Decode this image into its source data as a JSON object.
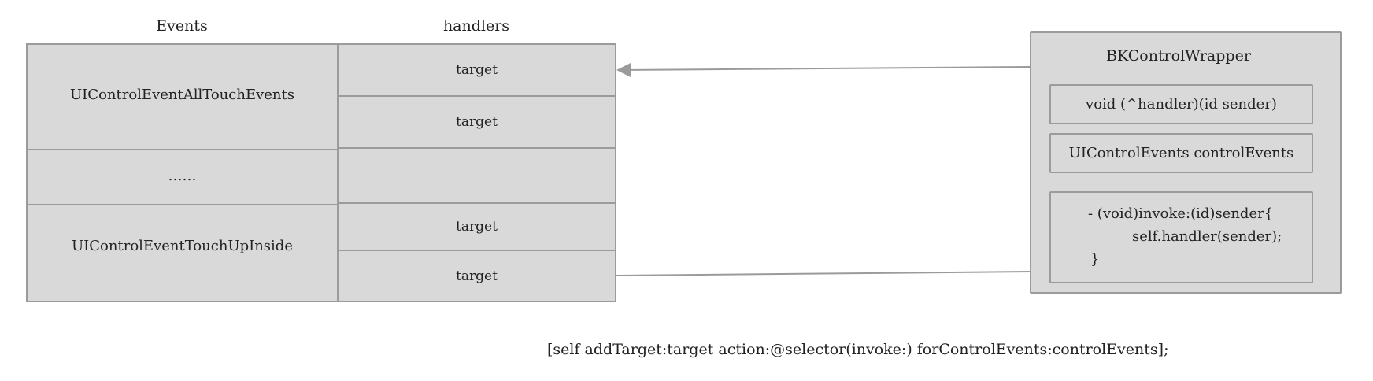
{
  "table": {
    "events_header": "Events",
    "handlers_header": "handlers",
    "events": [
      {
        "label": "UIControlEventAllTouchEvents"
      },
      {
        "label": "……"
      },
      {
        "label": "UIControlEventTouchUpInside"
      }
    ],
    "handlers": [
      {
        "label": "target"
      },
      {
        "label": "target"
      },
      {
        "label": ""
      },
      {
        "label": "target"
      },
      {
        "label": "target"
      }
    ]
  },
  "wrapper": {
    "title": "BKControlWrapper",
    "handler_field": "void (^handler)(id sender)",
    "events_field": "UIControlEvents controlEvents",
    "method_lines": [
      "- (void)invoke:(id)sender{",
      "self.handler(sender);",
      "}"
    ]
  },
  "caption": "[self addTarget:target action:@selector(invoke:) forControlEvents:controlEvents];",
  "colors": {
    "fill": "#d9d9d9",
    "stroke": "#9b9b9b",
    "text": "#222222"
  }
}
